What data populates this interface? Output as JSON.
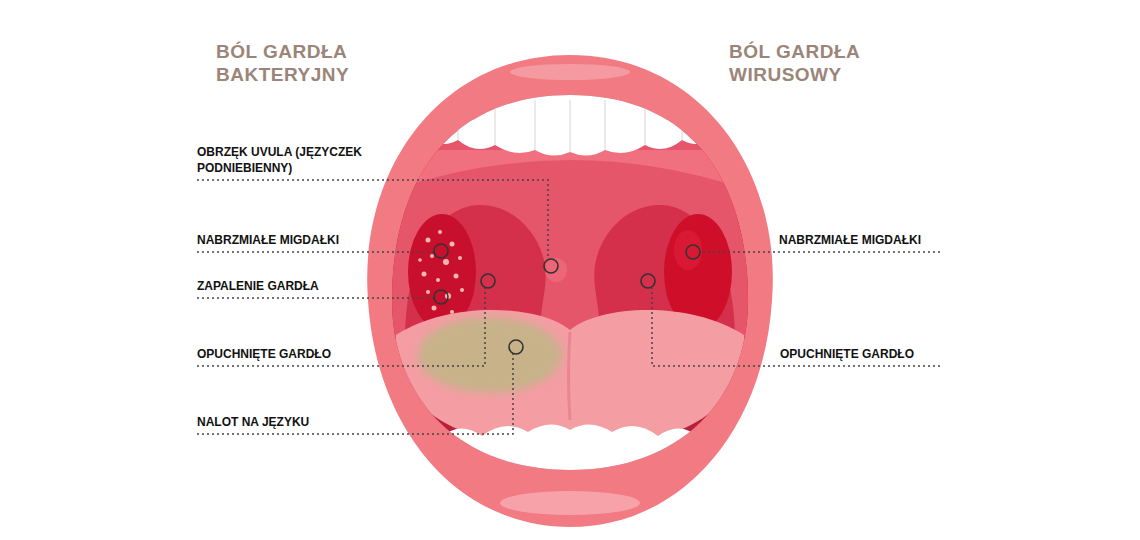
{
  "diagram": {
    "labels": [
      "BÓL GARDŁA BAKTERYJNY",
      "BÓL GARDŁA WIRUSOWY",
      "OBRZĘK UVULA (JĘZYCZEK PODNIEBIENNY)",
      "NABRZMIAŁE MIGDAŁKI",
      "ZAPALENIE GARDŁA",
      "OPUCHNIĘTE GARDŁO",
      "NALOT NA JĘZYKU",
      "NABRZMIAŁE MIGDAŁKI",
      "OPUCHNIĘTE GARDŁO"
    ]
  }
}
